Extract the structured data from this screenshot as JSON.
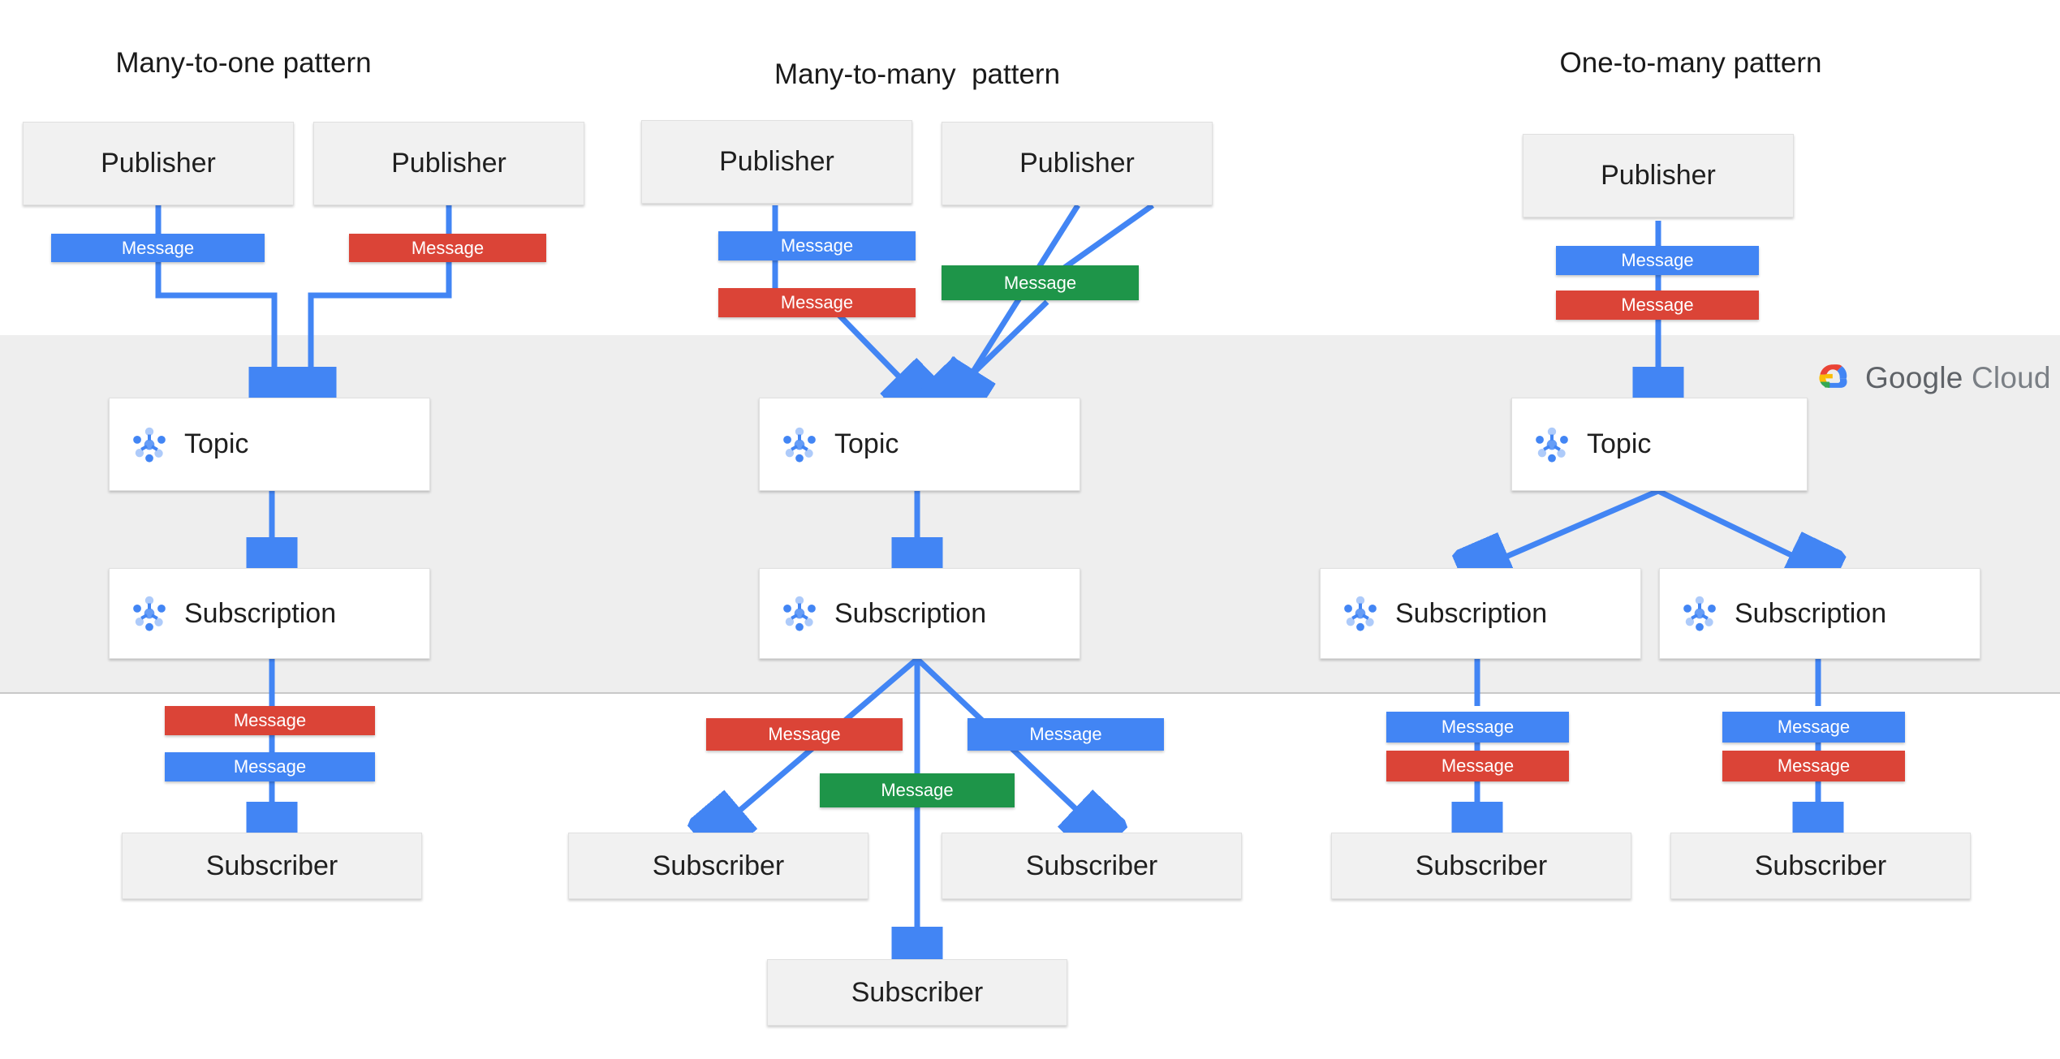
{
  "brand": {
    "name_bold": "Google",
    "name_light": "Cloud",
    "logo_icon": "google-cloud-logo-icon",
    "colors": {
      "blue": "#4285f4",
      "red": "#db4437",
      "green": "#1e9549",
      "yellow": "#f4b400",
      "band_gray": "#eeeeee",
      "box_gray": "#f1f1f1"
    }
  },
  "labels": {
    "publisher": "Publisher",
    "subscriber": "Subscriber",
    "topic": "Topic",
    "subscription": "Subscription",
    "message": "Message",
    "pubsub_icon": "pubsub-hub-icon"
  },
  "columns": [
    {
      "id": "many-to-one",
      "title": "Many-to-one pattern",
      "publishers": [
        "Publisher",
        "Publisher"
      ],
      "publisher_messages": [
        "blue",
        "red"
      ],
      "topics": [
        "Topic"
      ],
      "subscriptions": [
        "Subscription"
      ],
      "subscriber_messages": [
        "red",
        "blue"
      ],
      "subscribers": [
        "Subscriber"
      ]
    },
    {
      "id": "many-to-many",
      "title": "Many-to-many  pattern",
      "publishers": [
        "Publisher",
        "Publisher"
      ],
      "publisher_messages": [
        "blue",
        "red",
        "green"
      ],
      "topics": [
        "Topic"
      ],
      "subscriptions": [
        "Subscription"
      ],
      "subscriber_messages": [
        "red",
        "green",
        "blue"
      ],
      "subscribers": [
        "Subscriber",
        "Subscriber",
        "Subscriber"
      ]
    },
    {
      "id": "one-to-many",
      "title": "One-to-many pattern",
      "publishers": [
        "Publisher"
      ],
      "publisher_messages": [
        "blue",
        "red"
      ],
      "topics": [
        "Topic"
      ],
      "subscriptions": [
        "Subscription",
        "Subscription"
      ],
      "subscriber_messages": [
        "blue",
        "red",
        "blue",
        "red"
      ],
      "subscribers": [
        "Subscriber",
        "Subscriber"
      ]
    }
  ],
  "nodes": {
    "c1_pub1": "Publisher",
    "c1_pub2": "Publisher",
    "c1_topic": "Topic",
    "c1_sub": "Subscription",
    "c1_subscriber": "Subscriber",
    "c2_pub1": "Publisher",
    "c2_pub2": "Publisher",
    "c2_topic": "Topic",
    "c2_sub": "Subscription",
    "c2_subscriber1": "Subscriber",
    "c2_subscriber2": "Subscriber",
    "c2_subscriber3": "Subscriber",
    "c3_pub1": "Publisher",
    "c3_topic": "Topic",
    "c3_sub1": "Subscription",
    "c3_sub2": "Subscription",
    "c3_subscriber1": "Subscriber",
    "c3_subscriber2": "Subscriber"
  },
  "messages": {
    "c1_m1": "Message",
    "c1_m2": "Message",
    "c1_m3": "Message",
    "c1_m4": "Message",
    "c2_m1": "Message",
    "c2_m2": "Message",
    "c2_m3": "Message",
    "c2_m4": "Message",
    "c2_m5": "Message",
    "c2_m6": "Message",
    "c3_m1": "Message",
    "c3_m2": "Message",
    "c3_m3": "Message",
    "c3_m4": "Message",
    "c3_m5": "Message",
    "c3_m6": "Message"
  }
}
